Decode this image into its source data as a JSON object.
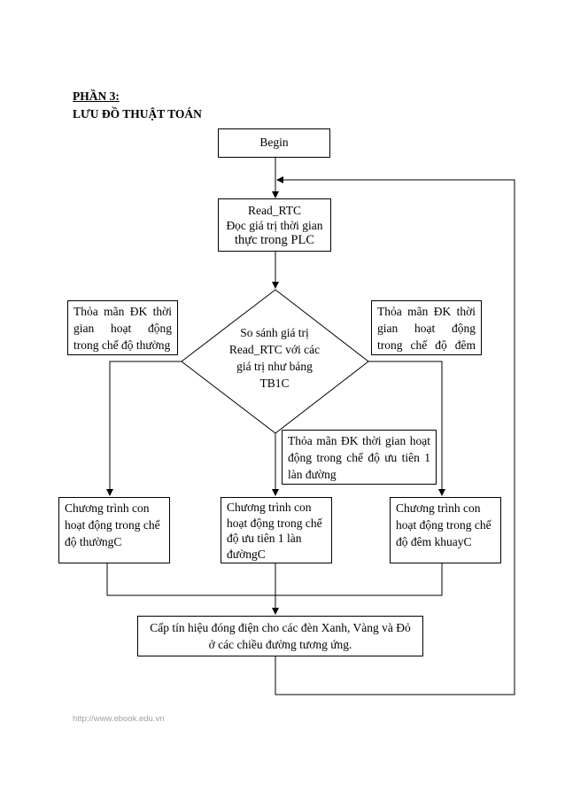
{
  "header": {
    "part": "PHẦN 3:",
    "title": "LƯU ĐỒ THUẬT TOÁN"
  },
  "flowchart": {
    "begin": "Begin",
    "read": [
      "Read_RTC",
      "Đọc giá trị thời gian",
      "thực trong PLC"
    ],
    "decision": [
      "So sánh giá trị",
      "Read_RTC với các",
      "giá trị như bảng",
      "TB1C"
    ],
    "cond_normal": [
      "Thỏa mãn ĐK thời",
      "gian hoạt động",
      "trong chế độ thường"
    ],
    "cond_night": [
      "Thỏa mãn ĐK thời",
      "gian hoạt động",
      "trong chế độ đêm"
    ],
    "cond_priority": [
      "Thỏa mãn ĐK thời gian hoạt",
      "động trong chế độ ưu tiên 1",
      "làn đường"
    ],
    "prog_normal": [
      "Chương trình con",
      "hoạt động trong chế",
      "độ thườngC"
    ],
    "prog_priority": [
      "Chương trình con",
      "hoạt động trong chế",
      "độ ưu tiên 1 làn",
      "đườngC"
    ],
    "prog_night": [
      "Chương trình con",
      "hoạt động trong chế",
      "độ đêm khuayC"
    ],
    "output": [
      "Cấp tín hiệu đóng điện cho các đèn Xanh, Vàng và Đỏ",
      "ở các chiều đường tương ứng."
    ]
  },
  "footer": {
    "url": "http://www.ebook.edu.vn"
  }
}
